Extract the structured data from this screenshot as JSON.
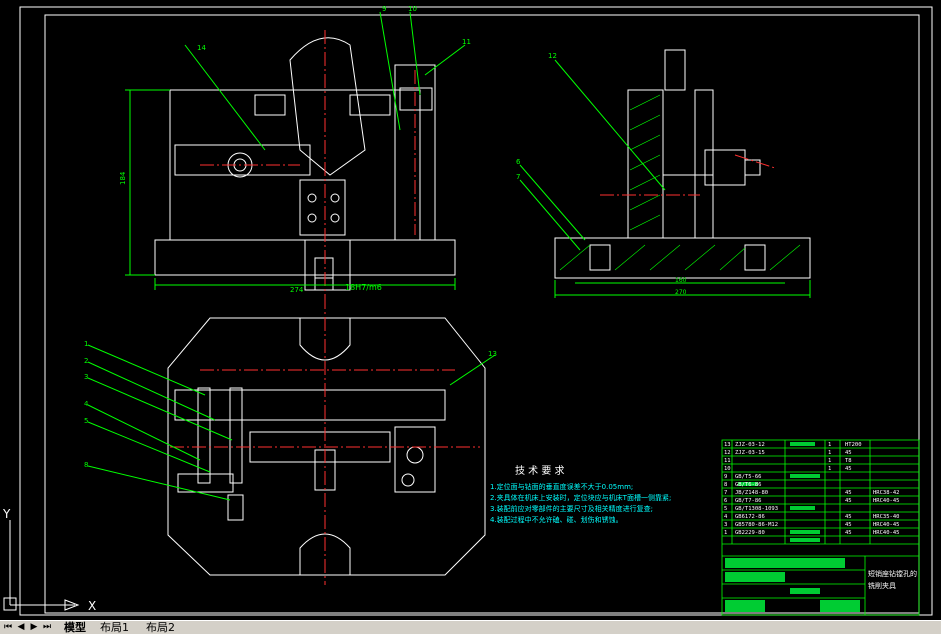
{
  "colors": {
    "background": "#000000",
    "frame": "#ffffff",
    "dimension": "#00ff00",
    "leader": "#00ff00",
    "center": "#ff0000",
    "part": "#ffffff",
    "hatch": "#00ff00",
    "text": "#ffffff",
    "tech_text": "#00ffff",
    "title_block": "#00ff00"
  },
  "views": {
    "front": {
      "callouts": [
        "14",
        "9",
        "10",
        "11"
      ],
      "dim_height": "184",
      "dim_width": "274",
      "fit": "18H7/m6"
    },
    "side": {
      "callouts": [
        "12",
        "6",
        "7"
      ],
      "dim_width_inner": "160",
      "dim_width_outer": "270"
    },
    "top": {
      "callouts": [
        "1",
        "2",
        "3",
        "4",
        "5",
        "8",
        "13"
      ]
    }
  },
  "tech": {
    "title": "技 术 要 求",
    "items": [
      "1.定位面与钻面的垂直度误差不大于0.05mm;",
      "2.夹具体在机床上安装时，定位块应与机床T面槽一侧靠紧;",
      "3.装配前应对零部件的主要尺寸及相关精度进行复查;",
      "4.装配过程中不允许磕、碰、划伤和锈蚀。"
    ]
  },
  "bom": {
    "header_right": "HT200",
    "rows": [
      {
        "no": "13",
        "code": "ZJZ-03-12",
        "qty": "1",
        "mat": "HT200",
        "note": ""
      },
      {
        "no": "12",
        "code": "ZJZ-03-15",
        "qty": "1",
        "mat": "45",
        "note": ""
      },
      {
        "no": "11",
        "code": "",
        "qty": "1",
        "mat": "T8",
        "note": ""
      },
      {
        "no": "10",
        "code": "",
        "qty": "1",
        "mat": "45",
        "note": ""
      },
      {
        "no": "9",
        "code": "GB/T5-66",
        "qty": "",
        "mat": "",
        "note": ""
      },
      {
        "no": "8",
        "code": "GB/T6-86",
        "qty": "",
        "mat": "",
        "note": ""
      },
      {
        "no": "7",
        "code": "JB/Z148-80",
        "qty": "",
        "mat": "45",
        "note": "HRC38-42"
      },
      {
        "no": "6",
        "code": "GB/T7-86",
        "qty": "",
        "mat": "45",
        "note": "HRC40-45"
      },
      {
        "no": "5",
        "code": "GB/T1308-1093",
        "qty": "",
        "mat": "",
        "note": ""
      },
      {
        "no": "4",
        "code": "GB6172-86",
        "qty": "",
        "mat": "45",
        "note": "HRC35-40"
      },
      {
        "no": "3",
        "code": "GB5780-86-M12",
        "qty": "",
        "mat": "45",
        "note": "HRC40-45"
      },
      {
        "no": "1",
        "code": "GB2229-80",
        "qty": "",
        "mat": "45",
        "note": "HRC40-45"
      }
    ],
    "title": "短销座钻镗孔的\n铣削夹具"
  },
  "axis": {
    "y": "Y",
    "x": "X"
  },
  "tabs": {
    "model": "模型",
    "layout1": "布局1",
    "layout2": "布局2"
  }
}
